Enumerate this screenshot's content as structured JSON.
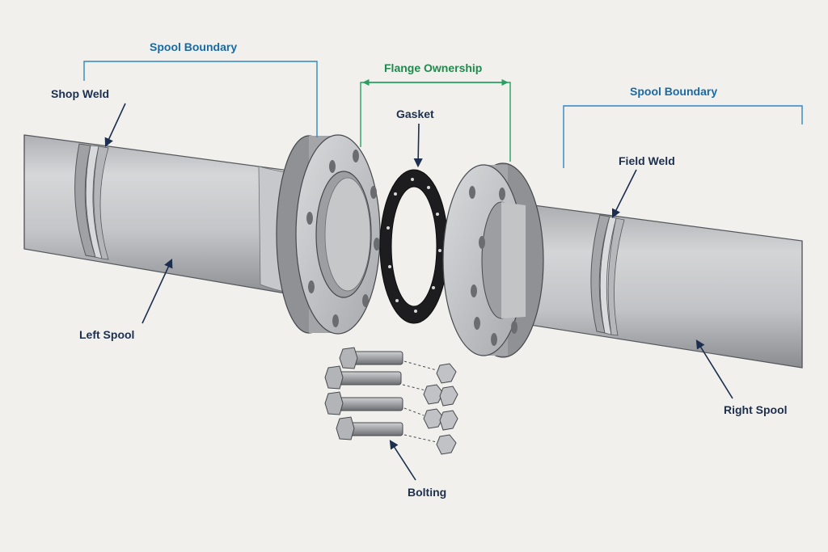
{
  "labels": {
    "spool_boundary_left": "Spool Boundary",
    "spool_boundary_right": "Spool Boundary",
    "flange_ownership": "Flange Ownership",
    "shop_weld": "Shop Weld",
    "gasket": "Gasket",
    "field_weld": "Field Weld",
    "left_spool": "Left Spool",
    "right_spool": "Right Spool",
    "bolting": "Bolting"
  },
  "colors": {
    "background": "#f1f0ed",
    "boundary_bracket": "#2f86c4",
    "flange_ownership_bracket": "#27a062",
    "callout_text": "#1c2f4e",
    "steel": "#c9cacc",
    "gasket": "#1d1d1f"
  }
}
